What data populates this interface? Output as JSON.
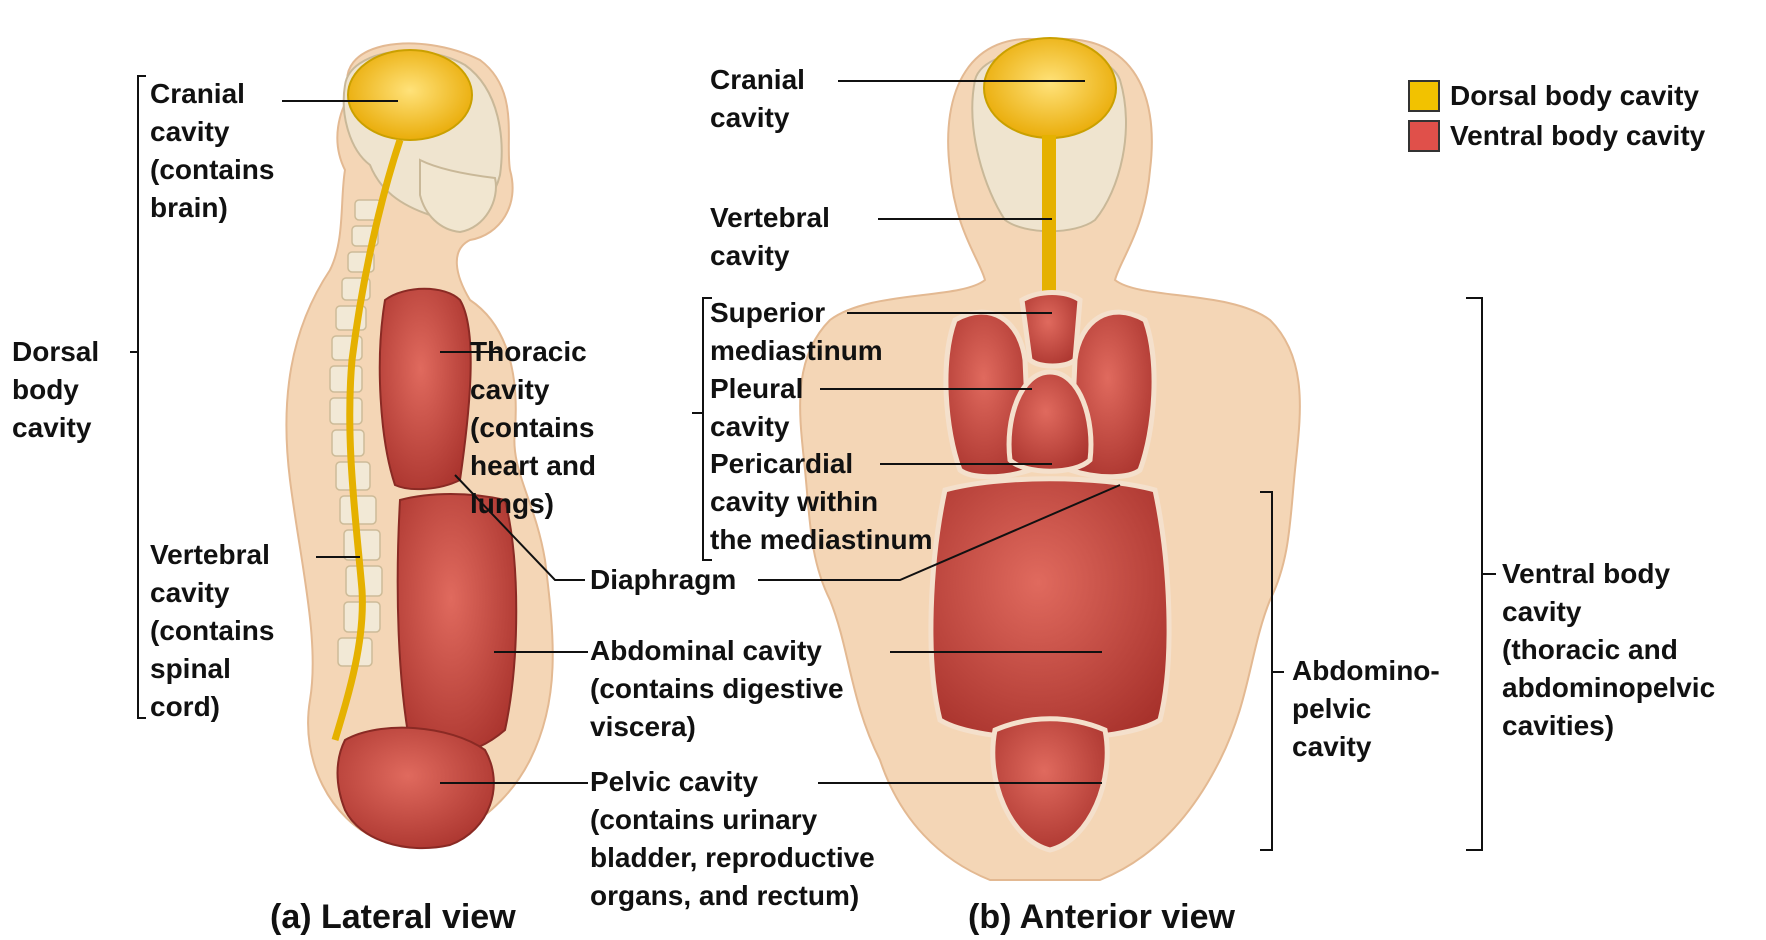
{
  "legend": [
    {
      "label": "Dorsal body cavity",
      "color": "#f2c200"
    },
    {
      "label": "Ventral body cavity",
      "color": "#e0504a"
    }
  ],
  "lateral": {
    "caption": "(a) Lateral view",
    "cranial": {
      "title1": "Cranial",
      "title2": "cavity",
      "desc1": "(contains",
      "desc2": "brain)"
    },
    "dorsal": {
      "l1": "Dorsal",
      "l2": "body",
      "l3": "cavity"
    },
    "thoracic": {
      "title1": "Thoracic",
      "title2": "cavity",
      "desc1": "(contains",
      "desc2": "heart and",
      "desc3": "lungs)"
    },
    "vertebral": {
      "title1": "Vertebral",
      "title2": "cavity",
      "desc1": "(contains",
      "desc2": "spinal",
      "desc3": "cord)"
    }
  },
  "center": {
    "diaphragm": "Diaphragm",
    "abdominal": {
      "title": "Abdominal cavity",
      "desc1": "(contains digestive",
      "desc2": "viscera)"
    },
    "pelvic": {
      "title": "Pelvic cavity",
      "desc1": "(contains urinary",
      "desc2": "bladder, reproductive",
      "desc3": "organs, and rectum)"
    }
  },
  "anterior": {
    "caption": "(b) Anterior view",
    "cranial": {
      "l1": "Cranial",
      "l2": "cavity"
    },
    "vertebral": {
      "l1": "Vertebral",
      "l2": "cavity"
    },
    "superior": {
      "l1": "Superior",
      "l2": "mediastinum"
    },
    "pleural": {
      "l1": "Pleural",
      "l2": "cavity"
    },
    "pericardial": {
      "l1": "Pericardial",
      "l2": "cavity within",
      "l3": "the mediastinum"
    },
    "abdominopelvic": {
      "l1": "Abdomino-",
      "l2": "pelvic",
      "l3": "cavity"
    },
    "ventral": {
      "title1": "Ventral body",
      "title2": "cavity",
      "desc1": "(thoracic and",
      "desc2": "abdominopelvic",
      "desc3": "cavities)"
    }
  }
}
